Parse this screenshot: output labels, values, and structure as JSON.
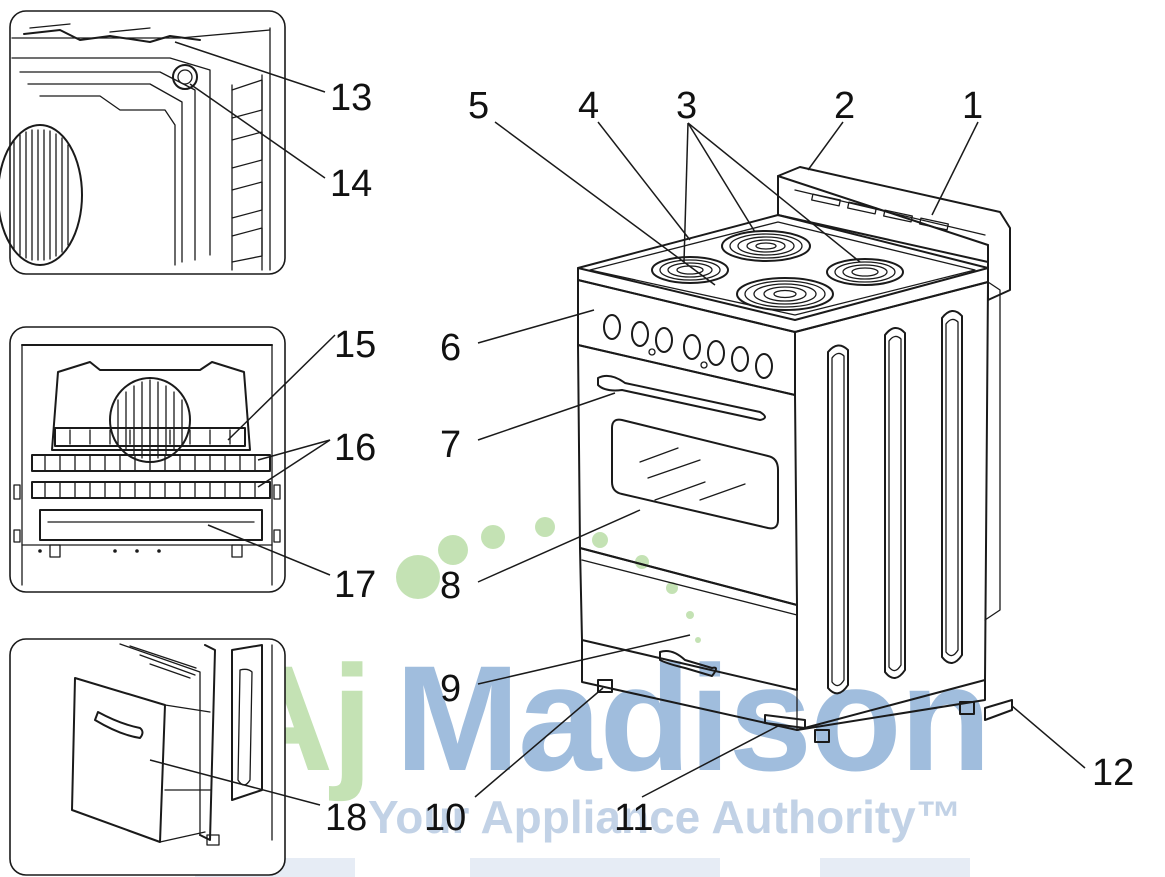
{
  "callouts": [
    "1",
    "2",
    "3",
    "4",
    "5",
    "6",
    "7",
    "8",
    "9",
    "10",
    "11",
    "12",
    "13",
    "14",
    "15",
    "16",
    "17",
    "18"
  ],
  "watermark": {
    "brand": "AjMadison",
    "tagline": "Your Appliance Authority™",
    "green": "#7dc15a",
    "blue": "#2e6fb6"
  },
  "colors": {
    "line": "#1a1a1a",
    "background": "#ffffff"
  }
}
